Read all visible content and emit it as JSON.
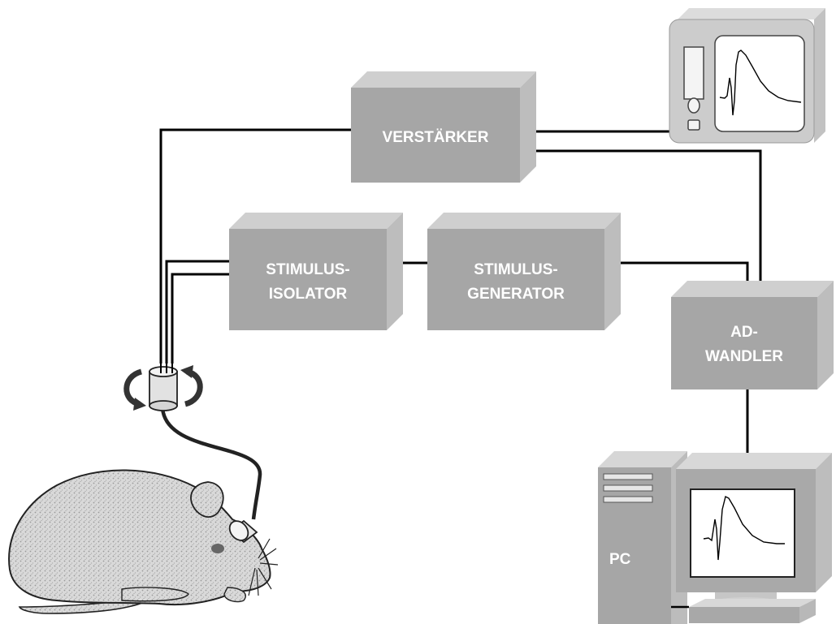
{
  "diagram": {
    "boxes": {
      "verstaerker": {
        "label": "VERSTÄRKER"
      },
      "stimulus_isolator": {
        "line1": "STIMULUS-",
        "line2": "ISOLATOR"
      },
      "stimulus_generator": {
        "line1": "STIMULUS-",
        "line2": "GENERATOR"
      },
      "ad_wandler": {
        "line1": "AD-",
        "line2": "WANDLER"
      }
    },
    "pc": {
      "label": "PC"
    }
  },
  "colors": {
    "box_front": "#a6a6a6",
    "box_top": "#cfcfcf",
    "box_side": "#bdbdbd",
    "wire": "#000000",
    "label": "#ffffff"
  }
}
